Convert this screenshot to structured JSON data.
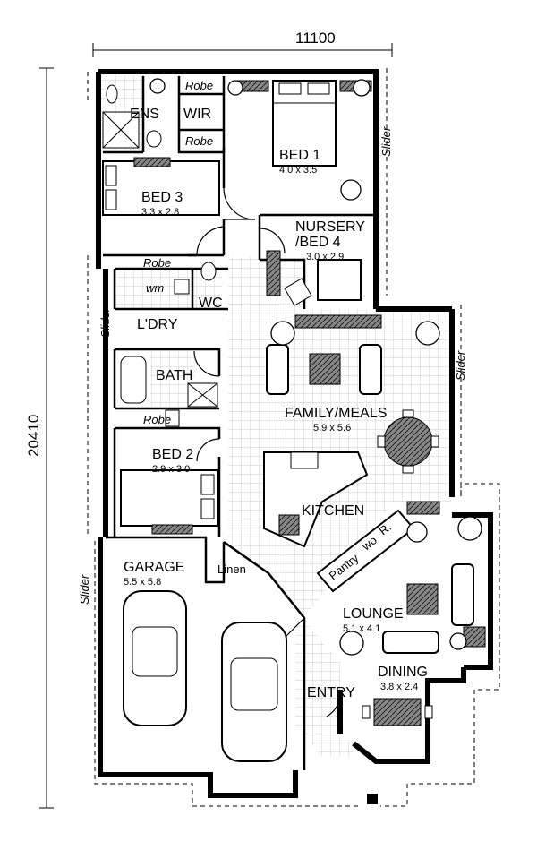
{
  "dimensions": {
    "overall_width": "11100",
    "overall_length": "20410"
  },
  "rooms": {
    "ens": "ENS",
    "wir": "WIR",
    "robe_top": "Robe",
    "robe_mid": "Robe",
    "bed1": {
      "name": "BED 1",
      "size": "4.0 x 3.5"
    },
    "bed3": {
      "name": "BED 3",
      "size": "3.3 x 2.8"
    },
    "nursery": {
      "name_line1": "NURSERY",
      "name_line2": "/BED 4",
      "size": "3.0 x 2.9"
    },
    "robe_laundry": "Robe",
    "wm": "wm",
    "wc": "WC",
    "laundry": "L'DRY",
    "bath": "BATH",
    "robe_bed2": "Robe",
    "bed2": {
      "name": "BED 2",
      "size": "2.9 x 3.0"
    },
    "family": {
      "name": "FAMILY/MEALS",
      "size": "5.9 x 5.6"
    },
    "kitchen": "KITCHEN",
    "pantry": "Pantry",
    "wo": "wo",
    "fridge": "R.",
    "linen": "Linen",
    "garage": {
      "name": "GARAGE",
      "size": "5.5 x 5.8"
    },
    "lounge": {
      "name": "LOUNGE",
      "size": "5.1 x 4.1"
    },
    "dining": {
      "name": "DINING",
      "size": "3.8 x 2.4"
    },
    "entry": "ENTRY"
  },
  "sliders": {
    "bed1": "Slider",
    "laundry": "Slider",
    "family": "Slider",
    "garage": "Slider"
  }
}
